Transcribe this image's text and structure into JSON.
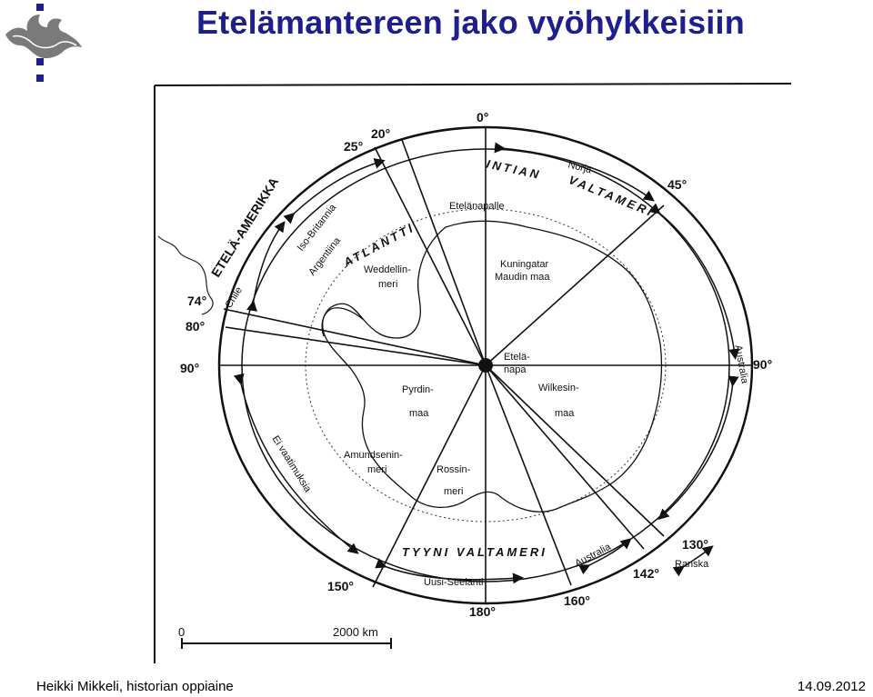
{
  "title": "Etelämantereen jako vyöhykkeisiin",
  "footer": {
    "author": "Heikki Mikkeli, historian oppiaine",
    "date": "14.09.2012"
  },
  "logo": {
    "icon": "helsinki-university-flame-logo",
    "color": "#1e1e8c"
  },
  "map": {
    "degrees": {
      "d0": "0°",
      "d20": "20°",
      "d25": "25°",
      "d45": "45°",
      "d74": "74°",
      "d80": "80°",
      "d90w": "90°",
      "d90e": "90°",
      "d130": "130°",
      "d142": "142°",
      "d150": "150°",
      "d160": "160°",
      "d180": "180°"
    },
    "oceans": {
      "indian_1": "INTIAN",
      "indian_2": "VALTAMERI",
      "atlantic": "ATLANTTI",
      "pacific": "TYYNI VALTAMERI"
    },
    "outer_labels": {
      "south_america": "ETELÄ-AMERIKKA",
      "norway": "Norja",
      "uk_1": "Iso-Britannia",
      "argentina": "Argentiina",
      "chile": "Chile",
      "australia_e": "Australia",
      "australia_s": "Australia",
      "france": "Ranska",
      "new_zealand": "Uusi-Seelanti",
      "unclaimed": "Ei vaatimuksia"
    },
    "inner_labels": {
      "south_pole_1": "Etelä-",
      "south_pole_2": "napa",
      "south_pole_plateau": "Etelänapalle",
      "weddell_1": "Weddellin-",
      "weddell_2": "meri",
      "queen_maud_1": "Kuningatar",
      "queen_maud_2": "Maudin maa",
      "byrd_1": "Pyrdin-",
      "byrd_2": "maa",
      "wilkes_1": "Wilkesin-",
      "wilkes_2": "maa",
      "amundsen_1": "Amundsenin-",
      "amundsen_2": "meri",
      "ross_1": "Rossin-",
      "ross_2": "meri"
    },
    "scale": {
      "start": "0",
      "end": "2000 km"
    }
  }
}
